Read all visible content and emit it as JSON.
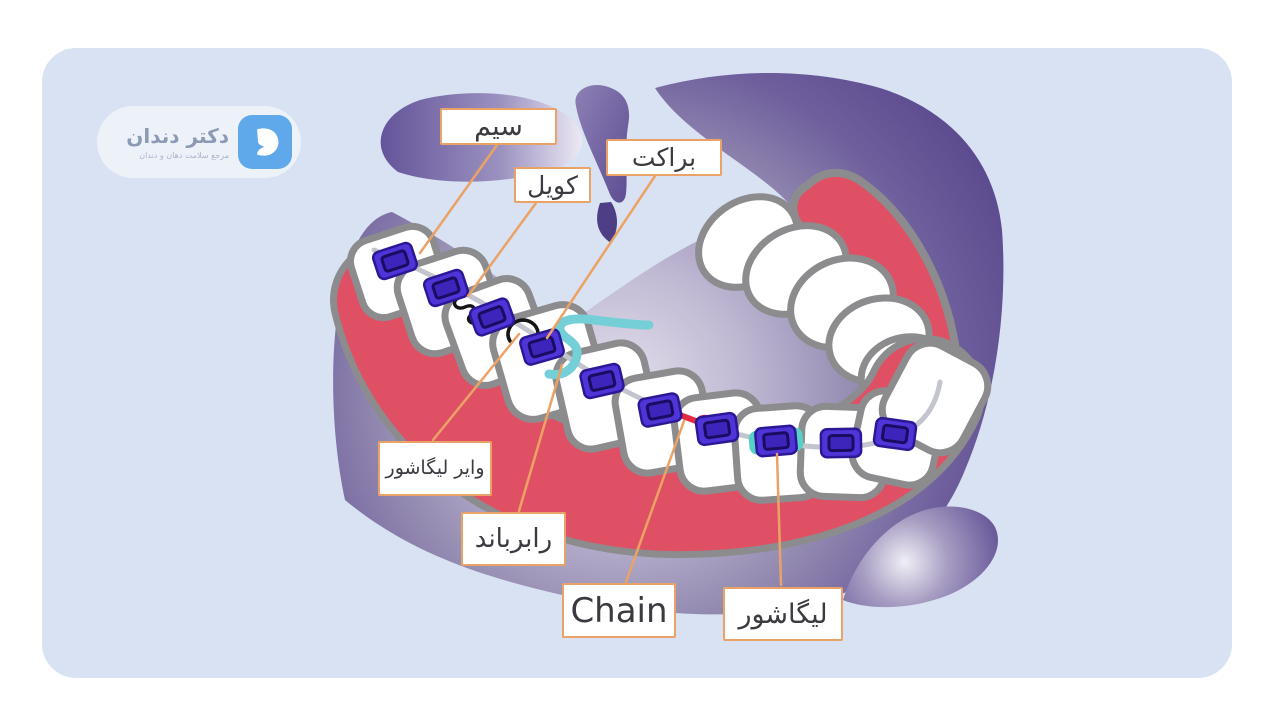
{
  "logo": {
    "title": "دکتر دندان",
    "subtitle": "مرجع سلامت دهان و دندان"
  },
  "labels": {
    "wire": "سیم",
    "coil": "کویل",
    "bracket": "براکت",
    "ligature_wire": "وایر لیگاشور",
    "rubber_band": "رابرباند",
    "chain": "Chain",
    "ligature": "لیگاشور"
  },
  "colors": {
    "panel_blue": "#d8e2f2",
    "blob_purple": "#5c4b90",
    "gum_red": "#e05064",
    "outline_gray": "#8c8c8e",
    "tooth_white": "#ffffff",
    "archwire_gray": "#c3c5ce",
    "bracket_purple": "#4f35d8",
    "elastic_teal": "#74cfd6",
    "ligature_teal": "#58d0c5",
    "chain_red": "#e5293e",
    "accent_orange": "#eba266",
    "logo_blue": "#5fa8e9"
  }
}
